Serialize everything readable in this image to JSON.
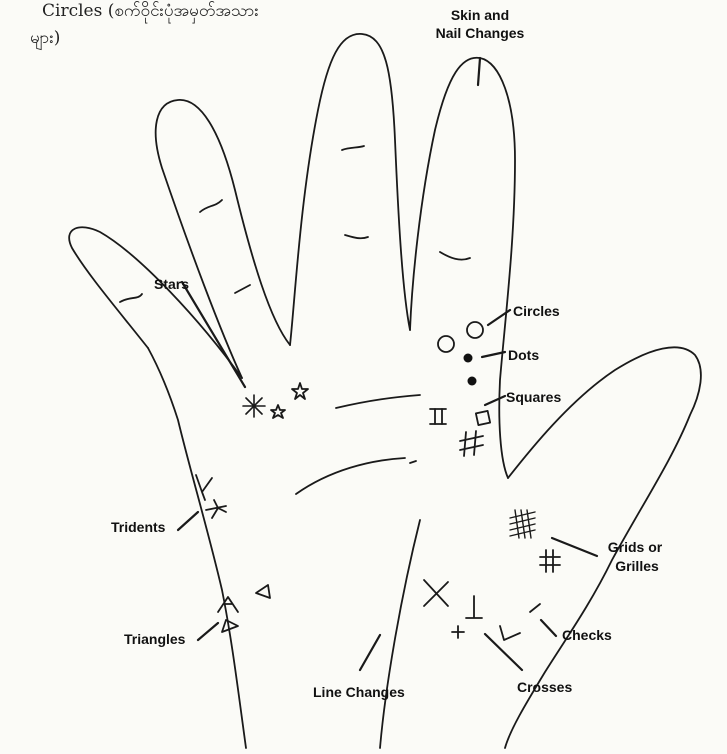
{
  "caption": {
    "line1": "Circles (စက်ဝိုင်းပုံအမှတ်အသား",
    "line2": "များ)"
  },
  "labels": {
    "skin_nail": [
      "Skin and",
      "Nail Changes"
    ],
    "stars": "Stars",
    "circles": "Circles",
    "dots": "Dots",
    "squares": "Squares",
    "tridents": "Tridents",
    "grids": [
      "Grids or",
      "Grilles"
    ],
    "triangles": "Triangles",
    "checks": "Checks",
    "line_changes": "Line Changes",
    "crosses": "Crosses"
  }
}
